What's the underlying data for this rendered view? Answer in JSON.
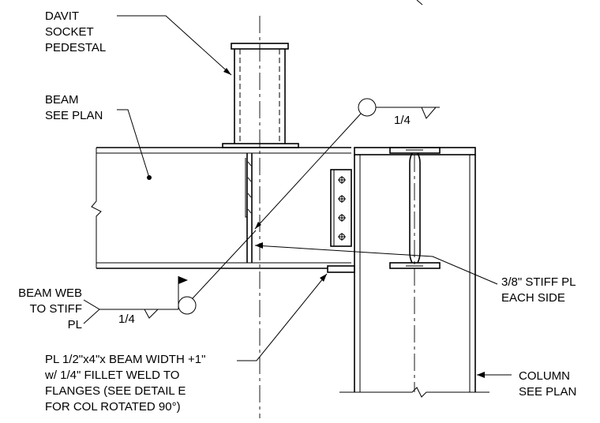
{
  "notes": {
    "davit": [
      "DAVIT",
      "SOCKET",
      "PEDESTAL"
    ],
    "beam": [
      "BEAM",
      "SEE PLAN"
    ],
    "web_weld": [
      "BEAM WEB",
      "TO STIFF",
      "PL"
    ],
    "weld_size_1": "1/4",
    "weld_size_2": "1/4",
    "stiff": [
      "3/8\" STIFF PL",
      "EACH SIDE"
    ],
    "plate": [
      "PL 1/2\"x4\"x BEAM WIDTH +1\"",
      "w/ 1/4\" FILLET WELD TO",
      "FLANGES (SEE DETAIL E",
      "FOR COL ROTATED 90°)"
    ],
    "column": [
      "COLUMN",
      "SEE PLAN"
    ]
  }
}
